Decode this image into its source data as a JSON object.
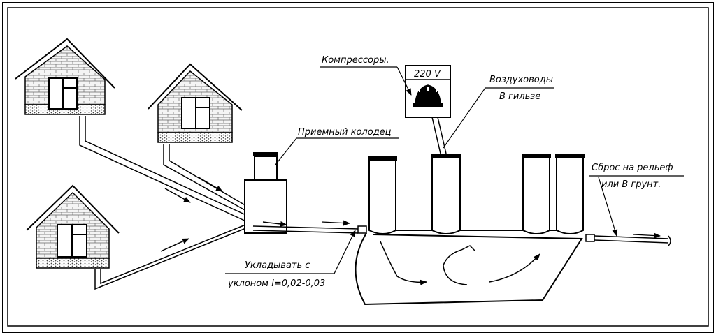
{
  "labels": {
    "compressors": "Компрессоры.",
    "voltage": "220 V",
    "air_ducts_line1": "Воздуховоды",
    "air_ducts_line2": "В гильзе",
    "receiving_well": "Приемный колодец",
    "discharge_line1": "Сброс на рельеф",
    "discharge_line2": "или В грунт.",
    "slope_line1": "Укладывать с",
    "slope_line2": "уклоном i=0,02-0,03"
  },
  "colors": {
    "ink": "#000000",
    "paper": "#ffffff",
    "brick_fill": "#f4f4f4"
  }
}
